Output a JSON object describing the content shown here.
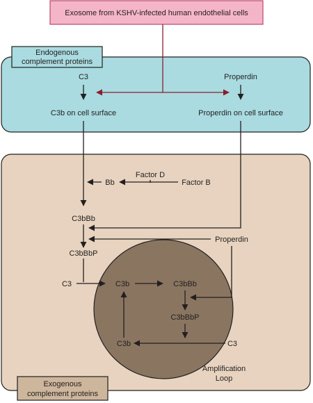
{
  "colors": {
    "source_fill": "#f5b5c8",
    "source_stroke": "#b84a6b",
    "endogenous_fill": "#a9dbe0",
    "exogenous_fill": "#e7d3bf",
    "exogenous_label_fill": "#cdb69c",
    "loop_fill": "#8a7561",
    "panel_stroke": "#231f20",
    "arrow": "#231f20",
    "red_arrow": "#8b1d2c"
  },
  "source": {
    "label": "Exosome from KSHV-infected human endothelial cells"
  },
  "endogenous": {
    "label_line1": "Endogenous",
    "label_line2": "complement proteins",
    "c3": "C3",
    "properdin": "Properdin",
    "c3b_surface": "C3b on cell surface",
    "properdin_surface": "Properdin on cell surface"
  },
  "exogenous": {
    "label_line1": "Exogenous",
    "label_line2": "complement proteins",
    "factor_d": "Factor D",
    "bb": "Bb",
    "factor_b": "Factor B",
    "c3bbb": "C3bBb",
    "properdin": "Properdin",
    "c3bbbp": "C3bBbP",
    "c3": "C3"
  },
  "loop": {
    "c3b_top": "C3b",
    "c3bbb": "C3bBb",
    "c3bbbp": "C3bBbP",
    "c3b_bottom": "C3b",
    "c3": "C3",
    "label_line1": "Amplification",
    "label_line2": "Loop"
  }
}
